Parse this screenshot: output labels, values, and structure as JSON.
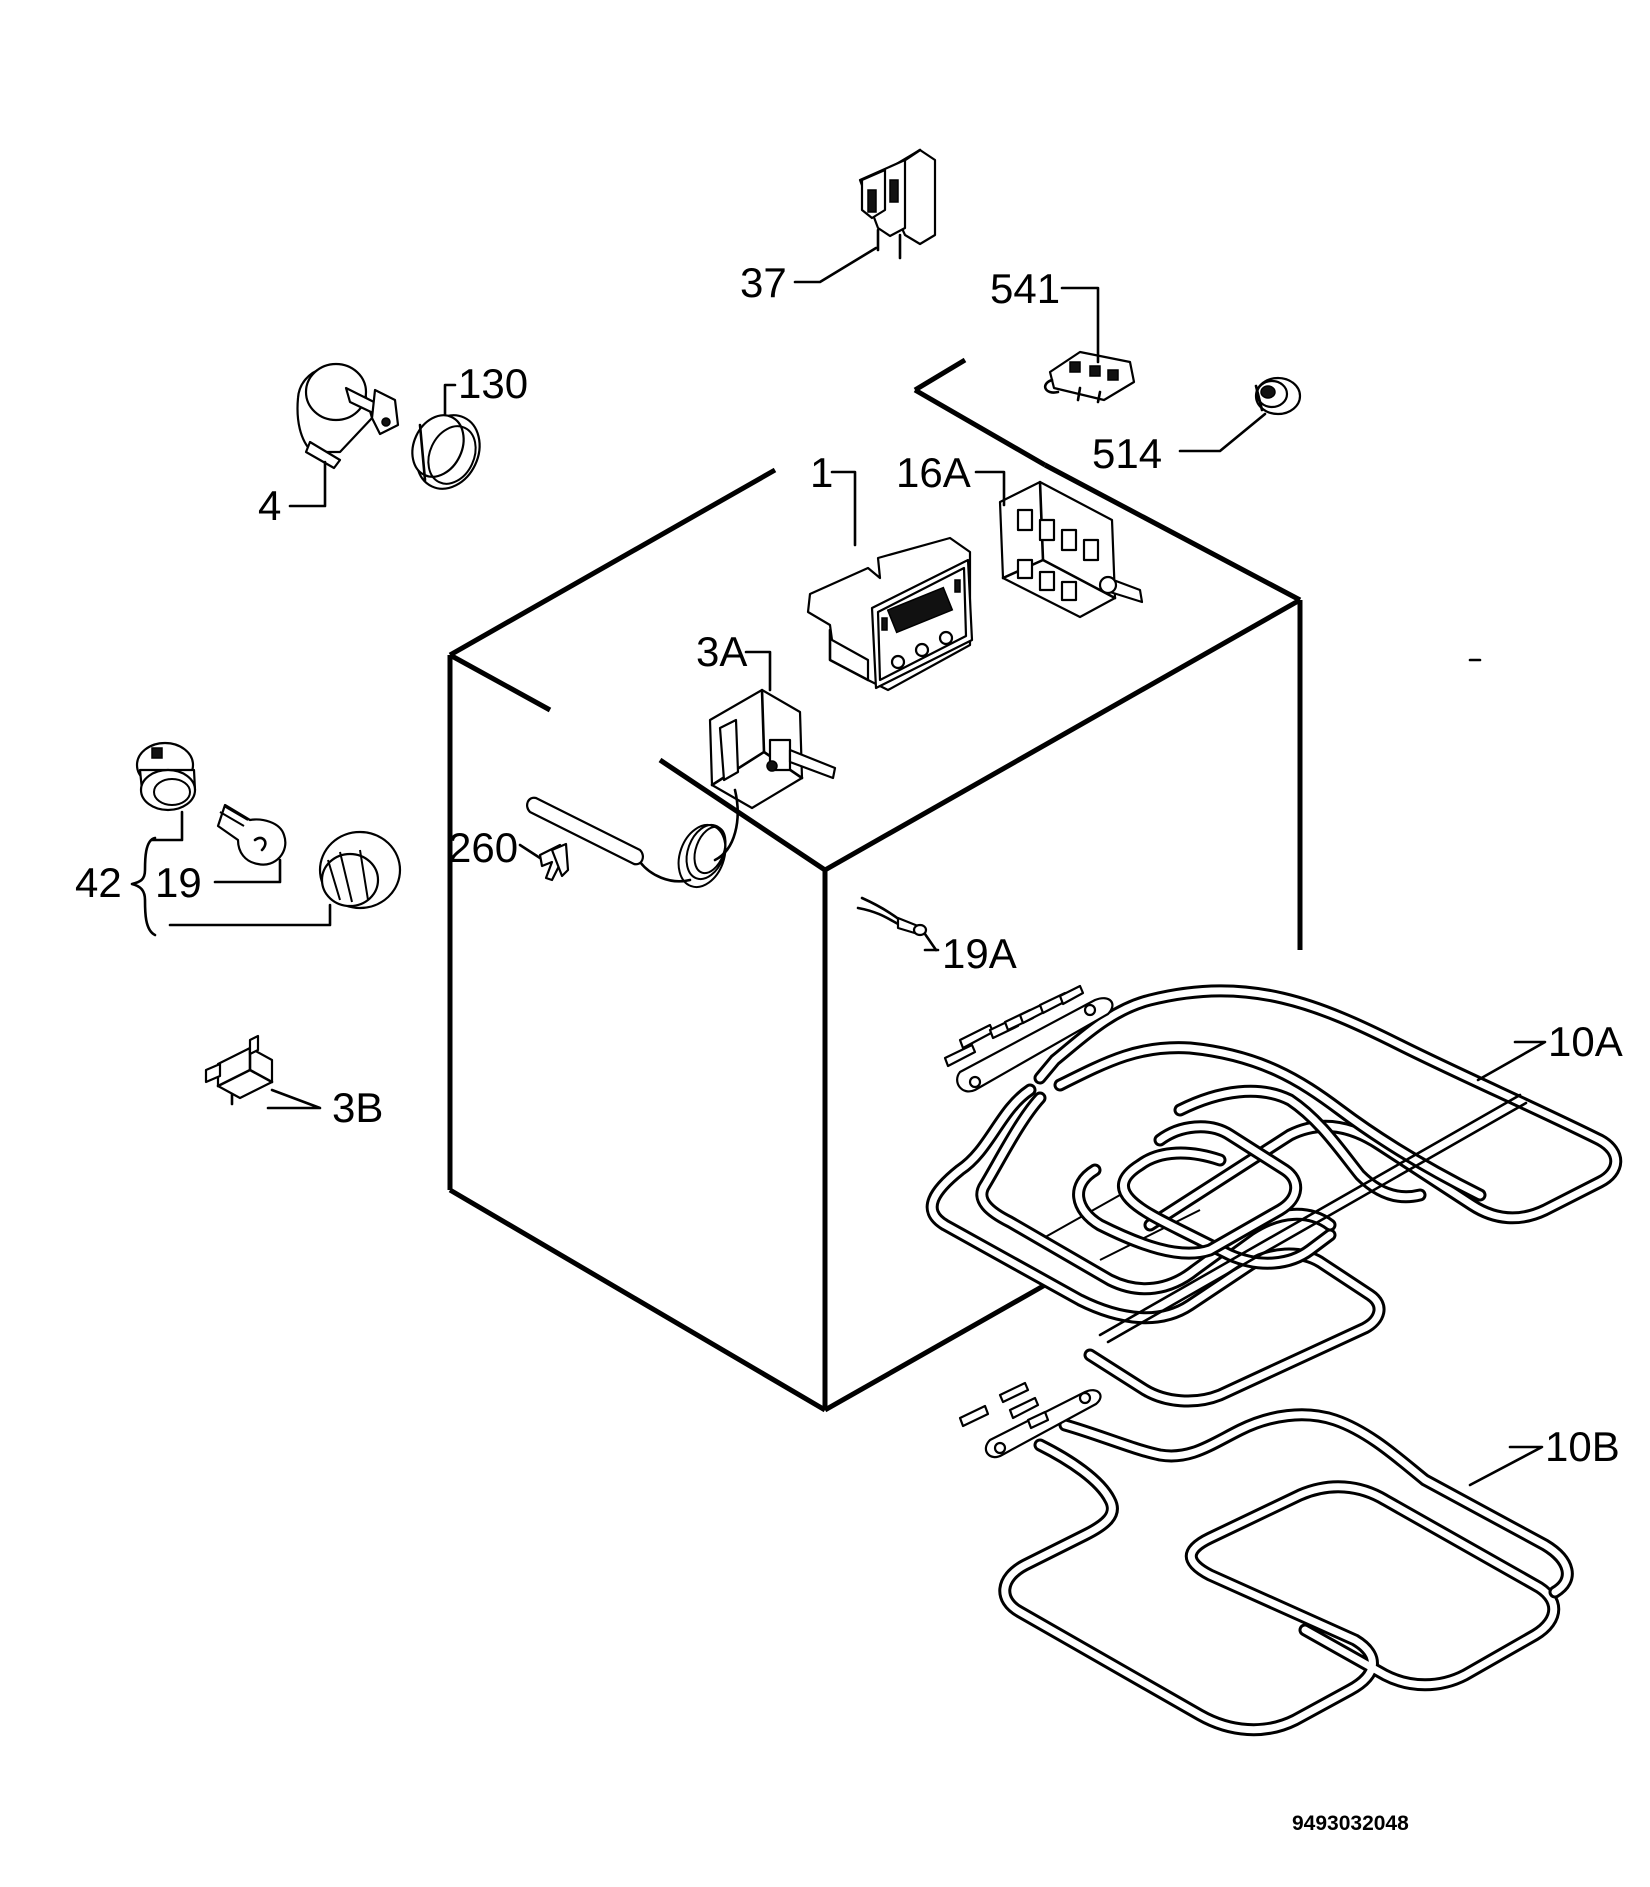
{
  "labels": {
    "p37": "37",
    "p541": "541",
    "p130": "130",
    "p514": "514",
    "p4": "4",
    "p1": "1",
    "p16a": "16A",
    "p3a": "3A",
    "p42": "42",
    "p19": "19",
    "p260": "260",
    "p19a": "19A",
    "p10a": "10A",
    "p3b": "3B",
    "p10b": "10B"
  },
  "drawing_code": "9493032048"
}
